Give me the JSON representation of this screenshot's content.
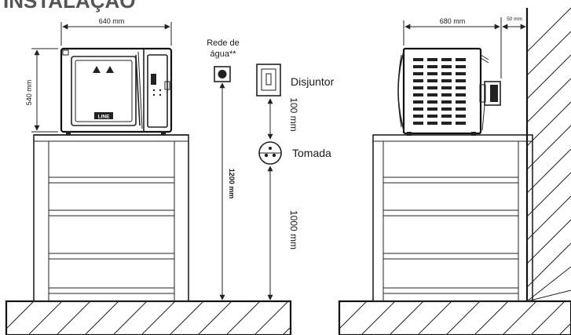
{
  "title": "INSTALAÇÃO",
  "labels": {
    "width_front": "640 mm",
    "height_front": "540 mm",
    "width_side": "680 mm",
    "clearance": "50 mm",
    "water": [
      "Rede de",
      "água**"
    ],
    "breaker": "Disjuntor",
    "breaker_gap": "100 mm",
    "outlet": "Tomada",
    "water_height": "1200 mm",
    "outlet_height": "1000 mm",
    "panel_badge": "LINE"
  },
  "colors": {
    "stroke": "#222222",
    "title": "#555555",
    "floor_hatch": "#333333"
  },
  "icons": [
    "warning-triangle-icon",
    "water-connection-icon",
    "breaker-switch-icon",
    "power-outlet-icon"
  ]
}
